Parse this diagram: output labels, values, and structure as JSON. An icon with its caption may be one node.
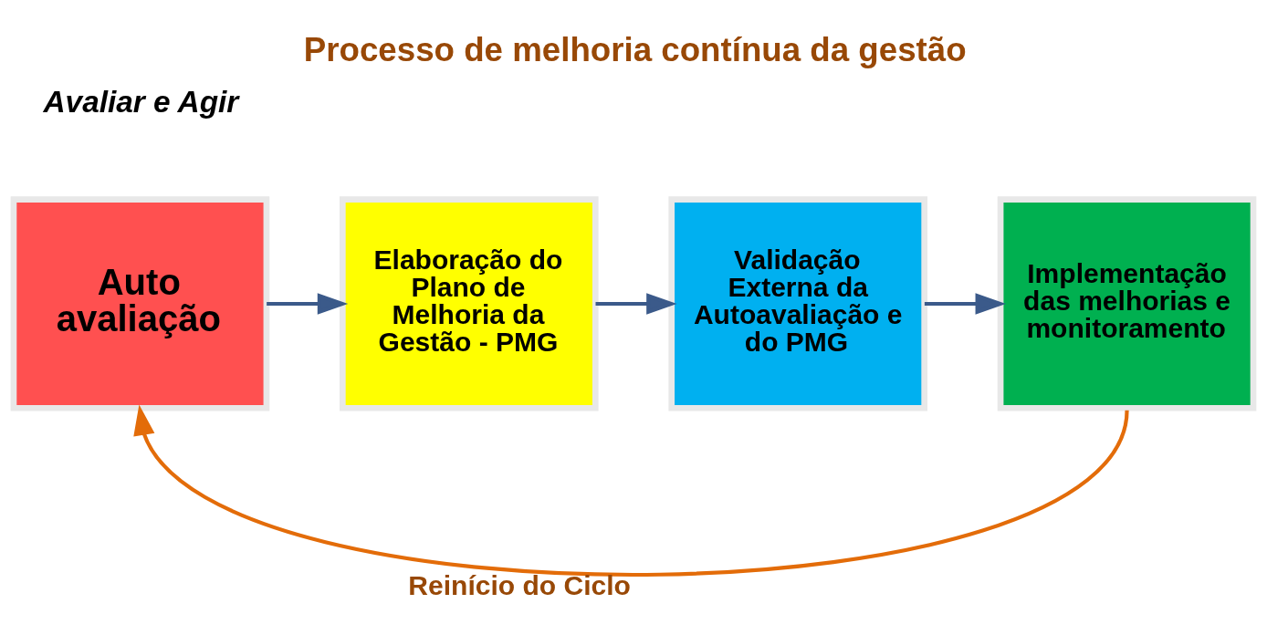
{
  "diagram": {
    "title": "Processo de melhoria contínua da gestão",
    "nodes": [
      {
        "text": [
          "Auto avaliação"
        ]
      },
      {
        "text": [
          "Elaboração do Plano de Melhoria da Gestão - PMG"
        ]
      },
      {
        "text": [
          "Validação Externa da Autoavaliação e do PMG"
        ]
      },
      {
        "text": [
          "Implementação das melhorias e monitoramento"
        ]
      }
    ],
    "edges": [
      {
        "from": 0,
        "to": 1,
        "arrow": "to"
      },
      {
        "from": 1,
        "to": 2,
        "arrow": "to"
      },
      {
        "from": 2,
        "to": 3,
        "arrow": "to"
      },
      {
        "from": 3,
        "to": 0,
        "arrow": "to",
        "color": "#e36c09",
        "label": "Reinício do Ciclo"
      }
    ],
    "labels": [
      "Avaliar e Agir"
    ]
  }
}
